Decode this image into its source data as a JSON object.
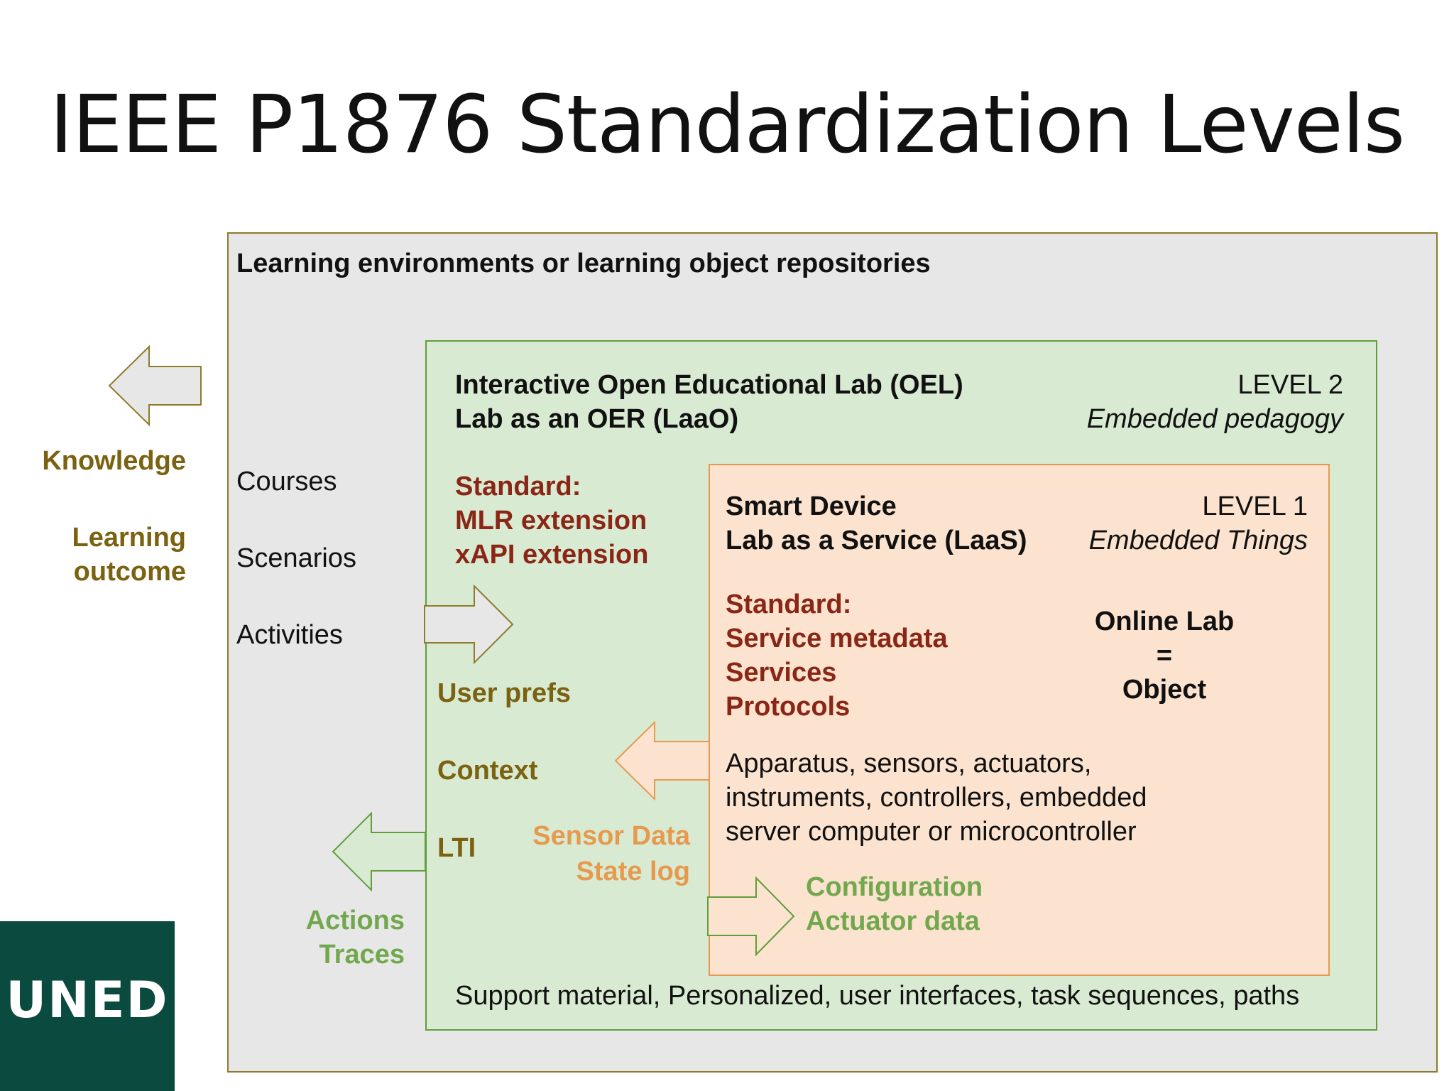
{
  "title": "IEEE P1876 Standardization Levels",
  "outer": {
    "heading": "Learning environments or learning object repositories",
    "items": [
      "Courses",
      "Scenarios",
      "Activities"
    ]
  },
  "left_side": {
    "knowledge": "Knowledge",
    "learning_outcome": [
      "Learning",
      "outcome"
    ],
    "actions_traces": [
      "Actions",
      "Traces"
    ]
  },
  "level2": {
    "title_lines": [
      "Interactive Open Educational Lab (OEL)",
      "Lab as an OER (LaaO)"
    ],
    "level_label": "LEVEL 2",
    "level_desc": "Embedded pedagogy",
    "standard_lines": [
      "Standard:",
      "MLR extension",
      "xAPI extension"
    ],
    "inputs": [
      "User prefs",
      "Context",
      "LTI"
    ],
    "sensor_lines": [
      "Sensor Data",
      "State log"
    ],
    "footer": "Support material, Personalized, user interfaces, task sequences, paths"
  },
  "level1": {
    "title_lines": [
      "Smart Device",
      "Lab as a Service (LaaS)"
    ],
    "level_label": "LEVEL 1",
    "level_desc": "Embedded Things",
    "standard_lines": [
      "Standard:",
      "Service metadata",
      "Services",
      "Protocols"
    ],
    "equation_lines": [
      "Online Lab",
      "=",
      "Object"
    ],
    "apparatus_lines": [
      "Apparatus, sensors, actuators,",
      "instruments, controllers, embedded",
      "server computer or microcontroller"
    ],
    "config_lines": [
      "Configuration",
      "Actuator data"
    ]
  },
  "logo": {
    "text": "UNED"
  },
  "colors": {
    "outer_bg": "#e7e7e7",
    "outer_border": "#8e7b2b",
    "level2_bg": "#d9ead3",
    "level2_border": "#5f9e3b",
    "level1_bg": "#fbe3cf",
    "level1_border": "#e79a4f",
    "olive_text": "#7a6211",
    "standard_text": "#8a2616",
    "sensor_text": "#e69a4e",
    "actions_text": "#72a84d",
    "logo_bg": "#0b4b3f"
  }
}
